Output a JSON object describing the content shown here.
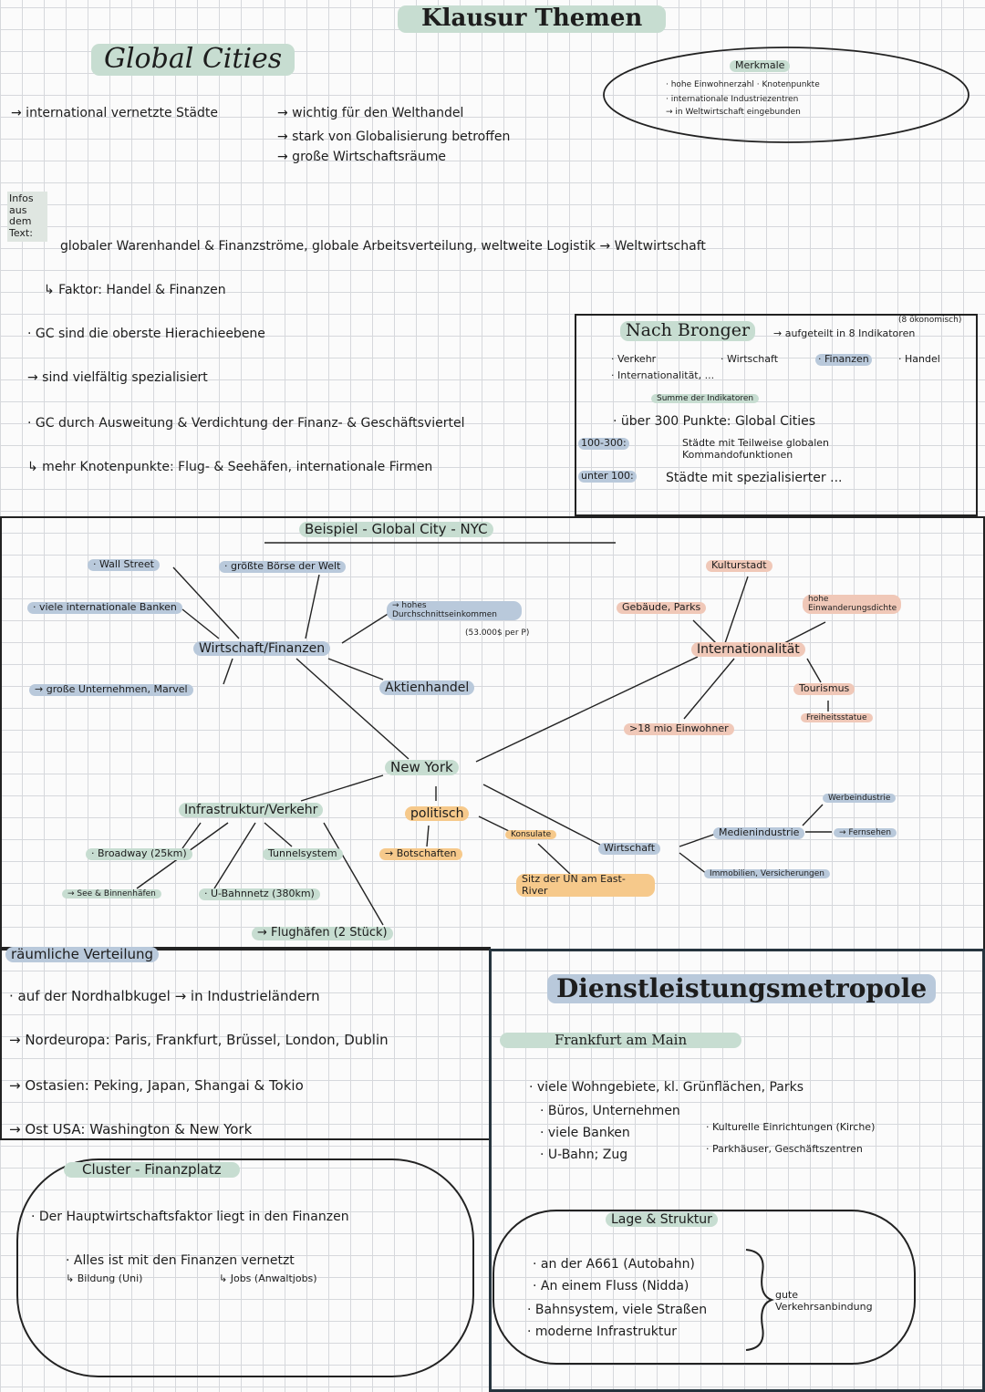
{
  "header": {
    "title": "Klausur Themen"
  },
  "global_cities": {
    "title": "Global Cities",
    "line1_a": "→ international vernetzte Städte",
    "line1_b": "→ wichtig für den Welthandel",
    "line2": "→ stark von Globalisierung betroffen",
    "line3": "→ große Wirtschaftsräume",
    "merkmale_title": "Merkmale",
    "merkmale_1": "· hohe Einwohnerzahl · Knotenpunkte",
    "merkmale_2": "· internationale Industriezentren",
    "merkmale_3": "→ in Weltwirtschaft eingebunden",
    "infos_label": "Infos aus dem Text:",
    "infos_text": "globaler Warenhandel & Finanzströme, globale Arbeitsverteilung, weltweite Logistik → Weltwirtschaft",
    "faktor": "↳ Faktor: Handel & Finanzen",
    "gc_top": "· GC sind die oberste Hierachieebene",
    "spezialisiert": "→ sind vielfältig spezialisiert",
    "gc_ausweitung": "· GC durch Ausweitung & Verdichtung der Finanz- & Geschäftsviertel",
    "knotenpunkte": "↳ mehr Knotenpunkte: Flug- & Seehäfen, internationale Firmen"
  },
  "bronger": {
    "title": "Nach Bronger",
    "aufgeteilt": "→ aufgeteilt in 8 Indikatoren",
    "oekonomisch": "(8 ökonomisch)",
    "ind_1": "· Verkehr",
    "ind_2": "· Wirtschaft",
    "ind_3": "· Finanzen",
    "ind_4": "· Handel",
    "ind_5": "· Internationalität, ...",
    "summe": "Summe der Indikatoren",
    "ueber": "· über 300 Punkte: Global Cities",
    "mid_label": "100-300:",
    "mid_text": "Städte mit Teilweise globalen Kommandofunktionen",
    "low_label": "unter 100:",
    "low_text": "Städte mit spezialisierter ..."
  },
  "mindmap": {
    "title": "Beispiel - Global City - NYC",
    "center": "New York",
    "wirtschaft_finanzen": "Wirtschaft/Finanzen",
    "wall_street": "· Wall Street",
    "boerse": "· größte Börse der Welt",
    "banken": "· viele internationale Banken",
    "durchschnitt": "→ hohes Durchschnittseinkommen",
    "durchschnitt_val": "(53.000$ per P)",
    "unternehmen": "→ große Unternehmen, Marvel",
    "aktienhandel": "Aktienhandel",
    "kulturstadt": "Kulturstadt",
    "gebaeude": "Gebäude, Parks",
    "einwanderung": "hohe Einwanderungsdichte",
    "internationalitaet": "Internationalität",
    "tourismus": "Tourismus",
    "freiheitsstatue": "Freiheitsstatue",
    "einwohner": ">18 mio Einwohner",
    "infrastruktur": "Infrastruktur/Verkehr",
    "politisch": "politisch",
    "konsulate": "Konsulate",
    "botschaften": "→ Botschaften",
    "un_sitz": "Sitz der UN am East-River",
    "wirtschaft": "Wirtschaft",
    "werbeindustrie": "Werbeindustrie",
    "medienindustrie": "Medienindustrie",
    "fernsehen": "→ Fernsehen",
    "immobilien": "Immobilien, Versicherungen",
    "broadway": "· Broadway (25km)",
    "tunnelsystem": "Tunnelsystem",
    "seehaefen": "→ See & Binnenhäfen",
    "ubahn": "· U-Bahnnetz (380km)",
    "flughaefen": "→ Flughäfen (2 Stück)"
  },
  "verteilung": {
    "title": "räumliche Verteilung",
    "l1": "· auf der Nordhalbkugel → in Industrieländern",
    "l2": "→ Nordeuropa: Paris, Frankfurt, Brüssel, London, Dublin",
    "l3": "→ Ostasien: Peking, Japan, Shangai & Tokio",
    "l4": "→ Ost USA: Washington & New York"
  },
  "cluster": {
    "title": "Cluster - Finanzplatz",
    "l1": "· Der Hauptwirtschaftsfaktor liegt in den Finanzen",
    "l2": "· Alles ist mit den Finanzen vernetzt",
    "l3a": "↳ Bildung (Uni)",
    "l3b": "↳ Jobs (Anwaltjobs)"
  },
  "dienst": {
    "title": "Dienstleistungsmetropole",
    "subtitle": "Frankfurt am Main",
    "l1": "· viele Wohngebiete, kl. Grünflächen, Parks",
    "l2": "· Büros, Unternehmen",
    "l3": "· viele Banken",
    "l4": "· U-Bahn; Zug",
    "r1": "· Kulturelle Einrichtungen (Kirche)",
    "r2": "· Parkhäuser, Geschäftszentren",
    "lage_title": "Lage & Struktur",
    "lage1": "· an der A661 (Autobahn)",
    "lage2": "· An einem Fluss (Nidda)",
    "lage3": "· Bahnsystem, viele Straßen",
    "lage4": "· moderne Infrastruktur",
    "lage_result": "gute Verkehrsanbindung"
  }
}
